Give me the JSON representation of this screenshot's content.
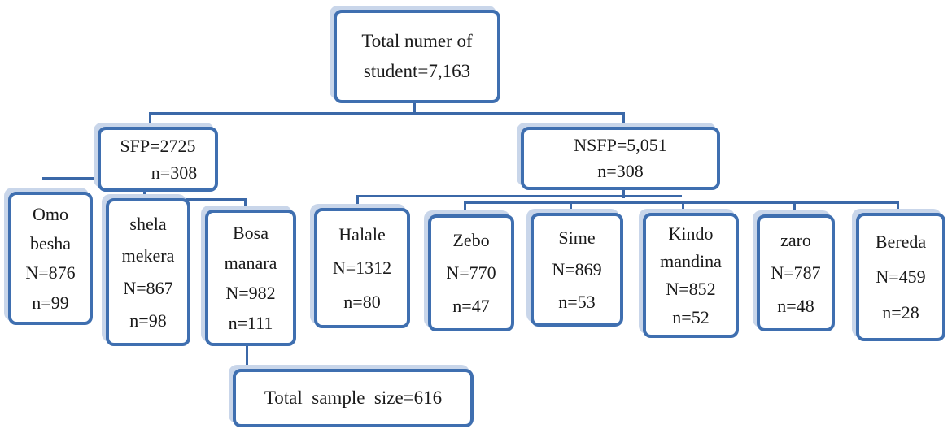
{
  "root": {
    "line1": "Total  numer  of",
    "line2": "student=7,163"
  },
  "sfp": {
    "line1": "SFP=2725",
    "line2": "n=308"
  },
  "nsfp": {
    "line1": "NSFP=5,051",
    "line2": "n=308"
  },
  "schools": {
    "omo": {
      "l1": "Omo",
      "l2": "besha",
      "l3": "N=876",
      "l4": "n=99"
    },
    "shela": {
      "l1": "shela",
      "l2": "mekera",
      "l3": "N=867",
      "l4": "n=98"
    },
    "bosa": {
      "l1": "Bosa",
      "l2": "manara",
      "l3": "N=982",
      "l4": "n=111"
    },
    "halale": {
      "l1": "Halale",
      "l2": "N=1312",
      "l3": "n=80"
    },
    "zebo": {
      "l1": "Zebo",
      "l2": "N=770",
      "l3": "n=47"
    },
    "sime": {
      "l1": "Sime",
      "l2": "N=869",
      "l3": "n=53"
    },
    "kindo": {
      "l1": "Kindo",
      "l2": "mandina",
      "l3": "N=852",
      "l4": "n=52"
    },
    "zaro": {
      "l1": "zaro",
      "l2": "N=787",
      "l3": "n=48"
    },
    "bereda": {
      "l1": "Bereda",
      "l2": "N=459",
      "l3": "n=28"
    }
  },
  "total": {
    "label": "Total  sample  size=616"
  },
  "colors": {
    "border": "#3f6fb0",
    "shadow": "#c9d6ea",
    "connector": "#3b68a8"
  }
}
